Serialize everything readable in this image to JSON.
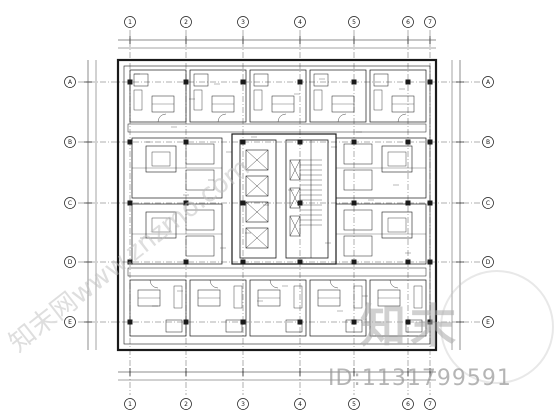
{
  "watermark": {
    "logo": "知末",
    "id_text": "ID:1131799591",
    "diagonal": "知末网www.znzmo.com"
  },
  "grid_labels_top": [
    "1",
    "2",
    "3",
    "4",
    "5",
    "6",
    "7"
  ],
  "grid_labels_left": [
    "A",
    "B",
    "C",
    "D",
    "E"
  ],
  "colors": {
    "line": "#1a1a1a",
    "background": "#ffffff"
  }
}
